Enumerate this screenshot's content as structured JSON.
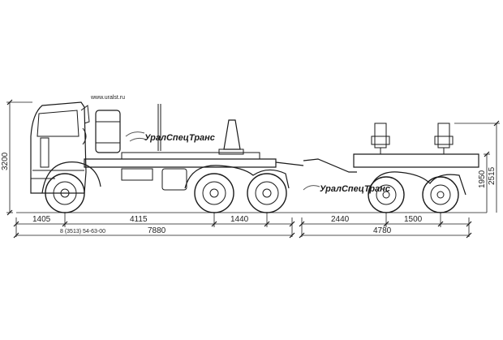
{
  "website": "www.uralst.ru",
  "brand": "УралСпецТранс",
  "phone": "8 (3513) 54-63-00",
  "dimensions": {
    "height_total": "3200",
    "front_overhang": "1405",
    "wheelbase_truck_1": "4115",
    "wheelbase_truck_2": "1440",
    "truck_length": "7880",
    "trailer_drawbar": "2440",
    "trailer_axle_spacing": "1500",
    "trailer_length": "4780",
    "trailer_platform_height": "1950",
    "trailer_height": "2515"
  },
  "colors": {
    "line": "#1a1a1a",
    "background": "#ffffff"
  }
}
